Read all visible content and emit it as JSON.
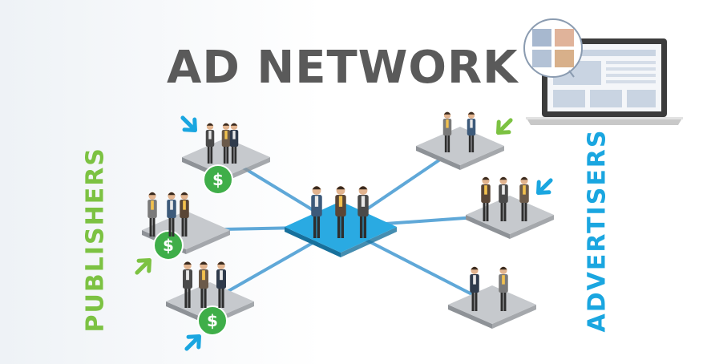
{
  "title": "AD NETWORK",
  "labels": {
    "publishers": "PUBLISHERS",
    "advertisers": "ADVERTISERS"
  },
  "icons": {
    "currency": "$",
    "arrow": "arrow-icon",
    "laptop": "laptop-icon",
    "person": "person-icon"
  },
  "colors": {
    "title": "#5a5a5a",
    "publishers": "#7cc242",
    "advertisers": "#1aa6e0",
    "hub": "#2aaae2",
    "dollar_badge": "#3fae49",
    "arrow_blue": "#1aa6e0",
    "arrow_green": "#7cc242",
    "connector": "#5fa8d8"
  }
}
